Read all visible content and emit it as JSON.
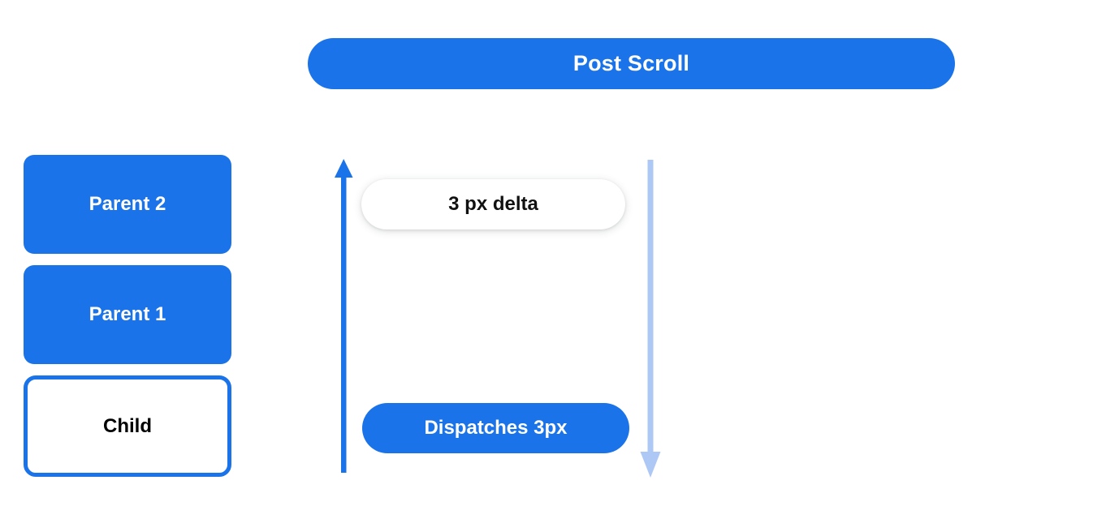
{
  "banner": {
    "label": "Post Scroll",
    "background": "#1a73e8",
    "text_color": "#ffffff"
  },
  "stack": {
    "items": [
      {
        "label": "Parent 2",
        "style": "filled",
        "background": "#1a73e8",
        "text_color": "#ffffff"
      },
      {
        "label": "Parent 1",
        "style": "filled",
        "background": "#1a73e8",
        "text_color": "#ffffff"
      },
      {
        "label": "Child",
        "style": "outlined",
        "background": "#ffffff",
        "border_color": "#1a73e8",
        "text_color": "#000000"
      }
    ]
  },
  "flow": {
    "up_arrow": {
      "name": "bubble-up-arrow",
      "direction": "up",
      "color": "#1a73e8"
    },
    "down_arrow": {
      "name": "scroll-down-arrow",
      "direction": "down",
      "color": "#aec8f5"
    },
    "pills": [
      {
        "label": "3 px delta",
        "style": "light",
        "background": "#ffffff",
        "text_color": "#111111"
      },
      {
        "label": "Dispatches 3px",
        "style": "accent",
        "background": "#1a73e8",
        "text_color": "#ffffff"
      }
    ]
  }
}
